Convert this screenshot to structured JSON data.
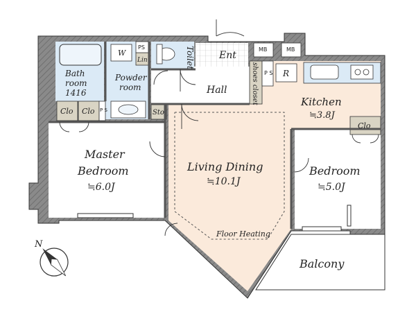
{
  "colors": {
    "wall": "#8a8a8a",
    "wall_dark": "#6f6f6f",
    "floor_wood": "#fbeadb",
    "floor_white": "#ffffff",
    "wet_area": "#dbeaf6",
    "closet": "#d9d4c4",
    "balcony": "#ffffff",
    "line": "#333333"
  },
  "rooms": {
    "bath": {
      "name_1": "Bath",
      "name_2": "room",
      "name_3": "1416"
    },
    "w": {
      "name": "W"
    },
    "ps_top": {
      "name": "PS"
    },
    "lin": {
      "name": "Lin"
    },
    "powder": {
      "name_1": "Powder",
      "name_2": "room"
    },
    "toilet": {
      "name": "Toilet"
    },
    "ent": {
      "name": "Ent"
    },
    "mb1": {
      "name": "MB"
    },
    "mb2": {
      "name": "MB"
    },
    "shoes": {
      "name": "shoes closet"
    },
    "ps_mid": {
      "name": "P S"
    },
    "fridge": {
      "name": "R"
    },
    "hall": {
      "name": "Hall"
    },
    "clo1": {
      "name": "Clo"
    },
    "clo2": {
      "name": "Clo"
    },
    "ps_left": {
      "name": "P S"
    },
    "sto": {
      "name": "Sto"
    },
    "kitchen": {
      "name": "Kitchen",
      "size": "≒3.8J"
    },
    "clo_bed": {
      "name": "Clo"
    },
    "master": {
      "name_1": "Master",
      "name_2": "Bedroom",
      "size": "≒6.0J"
    },
    "living": {
      "name": "Living Dining",
      "size": "≒10.1J",
      "note": "Floor Heating"
    },
    "bedroom": {
      "name": "Bedroom",
      "size": "≒5.0J"
    },
    "balcony": {
      "name": "Balcony"
    }
  },
  "compass": {
    "label": "N",
    "icon": "north-compass-icon"
  }
}
